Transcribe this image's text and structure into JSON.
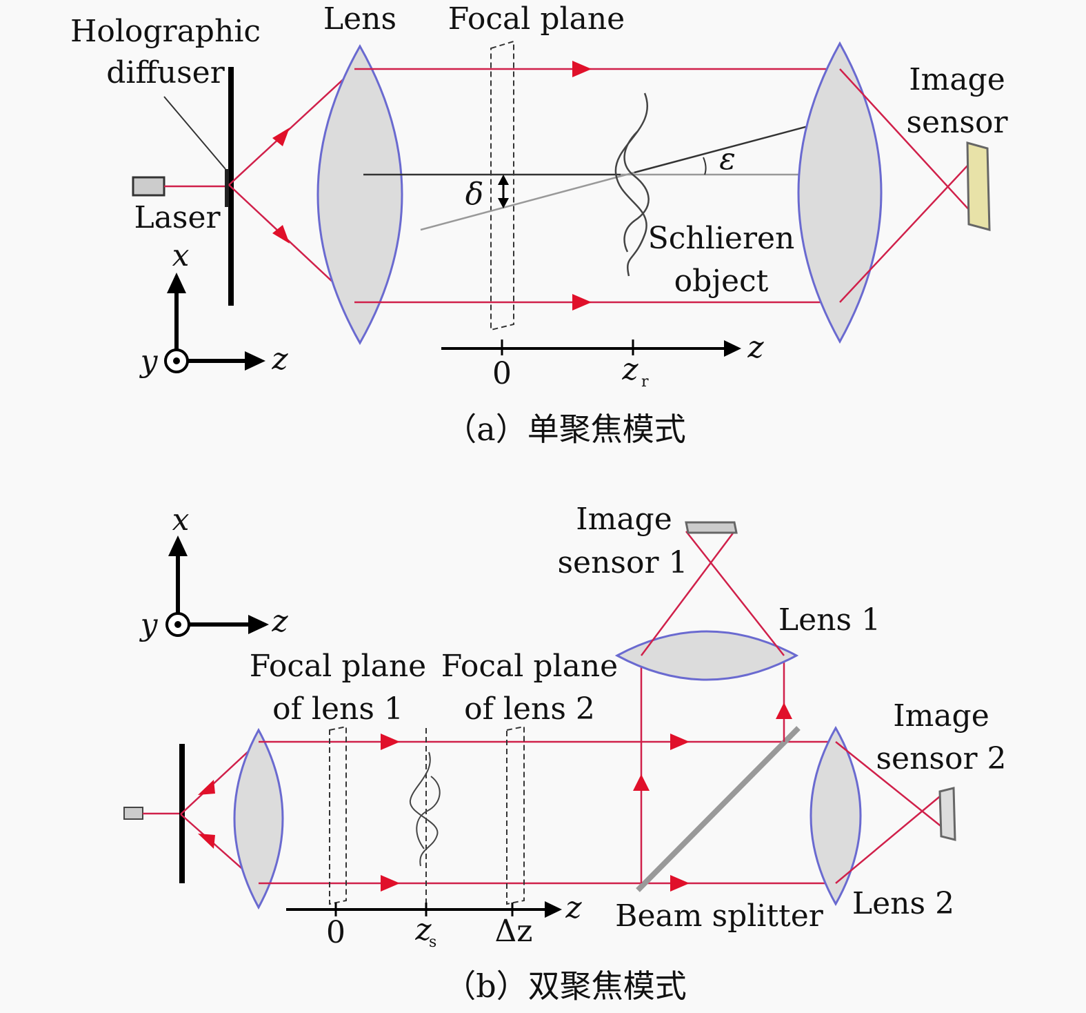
{
  "panel_a": {
    "labels": {
      "holographic_1": "Holographic",
      "holographic_2": "diffuser",
      "lens": "Lens",
      "focal_plane": "Focal plane",
      "image_1": "Image",
      "image_2": "sensor",
      "laser": "Laser",
      "schlieren_1": "Schlieren",
      "schlieren_2": "object",
      "delta": "δ",
      "epsilon": "ε",
      "axis_x": "x",
      "axis_y": "y",
      "axis_z": "z",
      "zaxis_label": "z",
      "tick_0": "0",
      "tick_zr": "z",
      "tick_zr_sub": "r"
    },
    "caption": "（a）单聚焦模式"
  },
  "panel_b": {
    "labels": {
      "axis_x": "x",
      "axis_y": "y",
      "axis_z": "z",
      "sensor1_1": "Image",
      "sensor1_2": "sensor 1",
      "lens1": "Lens 1",
      "sensor2_1": "Image",
      "sensor2_2": "sensor 2",
      "fp1_1": "Focal plane",
      "fp1_2": "of lens 1",
      "fp2_1": "Focal plane",
      "fp2_2": "of lens 2",
      "beam_splitter": "Beam splitter",
      "lens2": "Lens 2",
      "zaxis_label": "z",
      "tick_0": "0",
      "tick_zs": "z",
      "tick_zs_sub": "s",
      "tick_dz": "Δz"
    },
    "caption": "（b）双聚焦模式"
  },
  "colors": {
    "ray": "#d0204a",
    "lens_edge": "#6a6ad0",
    "lens_fill": "#dcdcdc"
  }
}
